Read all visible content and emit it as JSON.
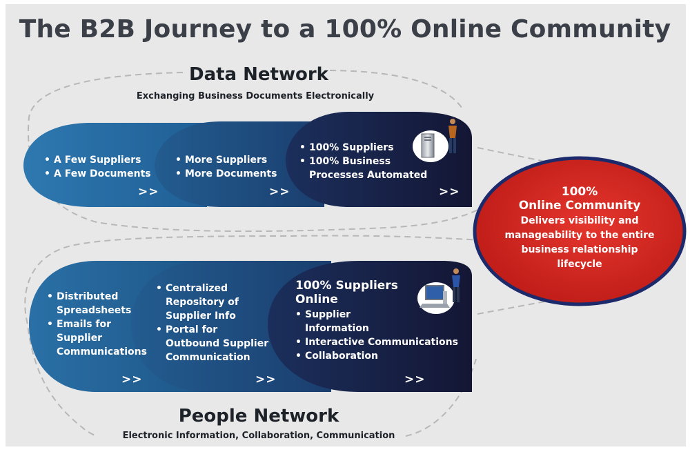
{
  "title": "The B2B Journey to a 100% Online Community",
  "data_network": {
    "heading": "Data Network",
    "subheading": "Exchanging Business Documents Electronically",
    "stages": [
      {
        "bullets": [
          "A Few Suppliers",
          "A Few Documents"
        ],
        "arrow": ">>"
      },
      {
        "bullets": [
          "More Suppliers",
          "More Documents"
        ],
        "arrow": ">>"
      },
      {
        "bullets": [
          "100% Suppliers",
          "100% Business Processes Automated"
        ],
        "arrow": ">>",
        "icon": "server-with-person-icon"
      }
    ]
  },
  "people_network": {
    "heading": "People Network",
    "subheading": "Electronic Information, Collaboration, Communication",
    "stages": [
      {
        "bullets": [
          "Distributed Spreadsheets",
          "Emails for Supplier Communications"
        ],
        "arrow": ">>"
      },
      {
        "bullets": [
          "Centralized Repository of Supplier Info",
          "Portal for Outbound Supplier Communication"
        ],
        "arrow": ">>"
      },
      {
        "title": "100% Suppliers Online",
        "bullets": [
          "Supplier Information",
          "Interactive Communications",
          "Collaboration"
        ],
        "arrow": ">>",
        "icon": "computer-with-person-icon"
      }
    ]
  },
  "online_community": {
    "title_line1": "100%",
    "title_line2": "Online Community",
    "description": "Delivers visibility and manageability to the entire business relationship lifecycle"
  },
  "colors": {
    "background": "#e8e8e9",
    "stage_light": "#2a6fa5",
    "stage_dark": "#161a38",
    "community_red": "#d72520",
    "community_border": "#1c2a6b",
    "dashed": "#b7b7b9"
  }
}
